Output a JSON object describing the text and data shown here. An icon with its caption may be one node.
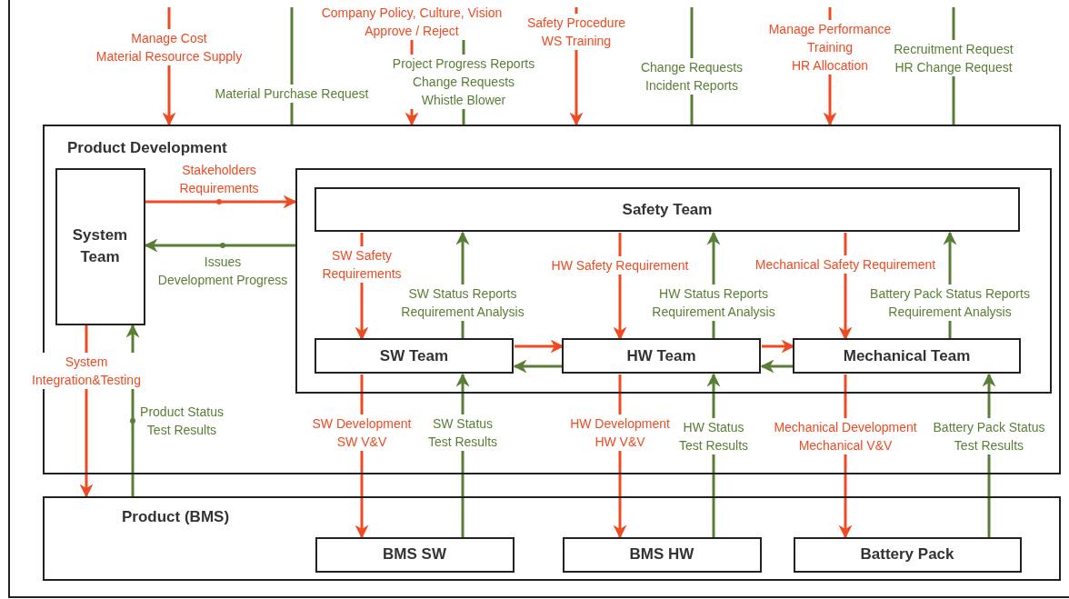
{
  "diagram": {
    "nodes": [
      {
        "text": [
          "Product Development"
        ]
      },
      {
        "text": [
          "System Team"
        ],
        "in": 0
      },
      {
        "text": [],
        "shape": "box",
        "in": 0
      },
      {
        "text": [
          "Safety Team"
        ],
        "in": 2
      },
      {
        "text": [
          "SW Team"
        ],
        "in": 2
      },
      {
        "text": [
          "HW Team"
        ],
        "in": 2
      },
      {
        "text": [
          "Mechanical Team"
        ],
        "in": 2
      },
      {
        "text": [
          "Product (BMS)"
        ]
      },
      {
        "text": [
          "BMS SW"
        ],
        "in": 7
      },
      {
        "text": [
          "BMS HW"
        ],
        "in": 7
      },
      {
        "text": [
          "Battery Pack"
        ],
        "in": 7
      }
    ],
    "edges": [
      {
        "from": null,
        "to": 0,
        "arrow": "to",
        "label": "Manage Cost Material Resource Supply",
        "color": "#f04a23"
      },
      {
        "from": 0,
        "to": null,
        "arrow": "none",
        "label": "Material Purchase Request",
        "color": "#587f35"
      },
      {
        "from": null,
        "to": 0,
        "arrow": "to",
        "label": "Company Policy, Culture, Vision Approve / Reject",
        "color": "#f04a23"
      },
      {
        "from": 0,
        "to": null,
        "arrow": "none",
        "label": "Project Progress Reports Change Requests Whistle Blower",
        "color": "#587f35"
      },
      {
        "from": null,
        "to": 0,
        "arrow": "to",
        "label": "Safety Procedure WS Training",
        "color": "#f04a23"
      },
      {
        "from": 0,
        "to": null,
        "arrow": "none",
        "label": "Change Requests Incident Reports",
        "color": "#587f35"
      },
      {
        "from": null,
        "to": 0,
        "arrow": "to",
        "label": "Manage Performance Training HR Allocation",
        "color": "#f04a23"
      },
      {
        "from": 0,
        "to": null,
        "arrow": "none",
        "label": "Recruitment Request HR Change Request",
        "color": "#587f35"
      },
      {
        "from": 1,
        "to": 2,
        "arrow": "to",
        "label": "Stakeholders Requirements",
        "color": "#f04a23"
      },
      {
        "from": 2,
        "to": 1,
        "arrow": "to",
        "label": "Issues Development Progress",
        "color": "#587f35"
      },
      {
        "from": 3,
        "to": 4,
        "arrow": "to",
        "label": "SW Safety Requirements",
        "color": "#f04a23"
      },
      {
        "from": 4,
        "to": 3,
        "arrow": "to",
        "label": "SW Status Reports Requirement Analysis",
        "color": "#587f35"
      },
      {
        "from": 3,
        "to": 5,
        "arrow": "to",
        "label": "HW Safety Requirement",
        "color": "#f04a23"
      },
      {
        "from": 5,
        "to": 3,
        "arrow": "to",
        "label": "HW Status Reports Requirement Analysis",
        "color": "#587f35"
      },
      {
        "from": 3,
        "to": 6,
        "arrow": "to",
        "label": "Mechanical Safety Requirement",
        "color": "#f04a23"
      },
      {
        "from": 6,
        "to": 3,
        "arrow": "to",
        "label": "Battery Pack Status Reports Requirement Analysis",
        "color": "#587f35"
      },
      {
        "from": 4,
        "to": 5,
        "arrow": "to",
        "color": "#f04a23"
      },
      {
        "from": 5,
        "to": 4,
        "arrow": "to",
        "color": "#587f35"
      },
      {
        "from": 5,
        "to": 6,
        "arrow": "to",
        "color": "#f04a23"
      },
      {
        "from": 6,
        "to": 5,
        "arrow": "to",
        "color": "#587f35"
      },
      {
        "from": 1,
        "to": 7,
        "arrow": "to",
        "label": "System Integration&Testing",
        "color": "#f04a23"
      },
      {
        "from": 7,
        "to": 1,
        "arrow": "to",
        "label": "Product Status Test Results",
        "color": "#587f35"
      },
      {
        "from": 4,
        "to": 8,
        "arrow": "to",
        "label": "SW Development SW V&V",
        "color": "#f04a23"
      },
      {
        "from": 8,
        "to": 4,
        "arrow": "to",
        "label": "SW Status Test Results",
        "color": "#587f35"
      },
      {
        "from": 5,
        "to": 9,
        "arrow": "to",
        "label": "HW Development HW V&V",
        "color": "#f04a23"
      },
      {
        "from": 9,
        "to": 5,
        "arrow": "to",
        "label": "HW Status Test Results",
        "color": "#587f35"
      },
      {
        "from": 6,
        "to": 10,
        "arrow": "to",
        "label": "Mechanical Development Mechanical V&V",
        "color": "#f04a23"
      },
      {
        "from": 10,
        "to": 6,
        "arrow": "to",
        "label": "Battery Pack Status Test Results",
        "color": "#587f35"
      }
    ]
  }
}
